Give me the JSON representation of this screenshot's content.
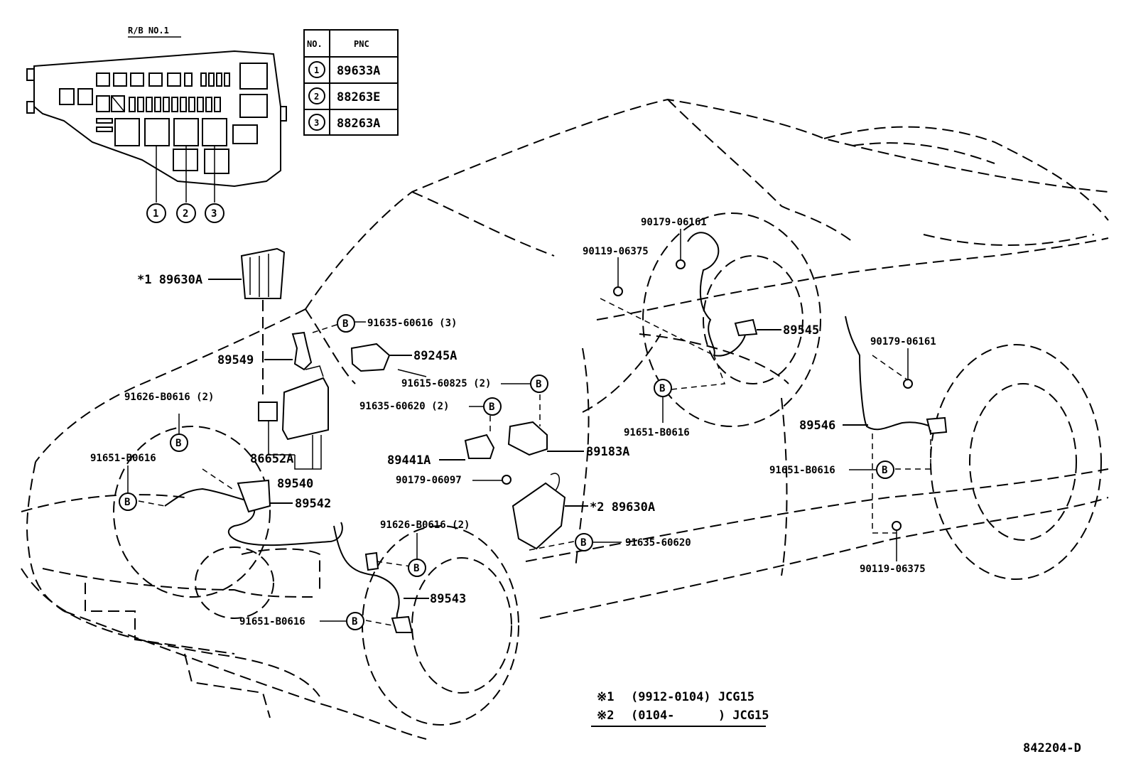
{
  "relay_block": {
    "title": "R/B NO.1",
    "table": {
      "headers": [
        "NO.",
        "PNC"
      ],
      "rows": [
        {
          "no": "1",
          "pnc": "89633A"
        },
        {
          "no": "2",
          "pnc": "88263E"
        },
        {
          "no": "3",
          "pnc": "88263A"
        }
      ]
    },
    "callouts": [
      "1",
      "2",
      "3"
    ]
  },
  "part_labels": {
    "ecu_1": "*1 89630A",
    "p91635_60616_3": "91635-60616 (3)",
    "p89549": "89549",
    "p89245A": "89245A",
    "p91615_60825_2": "91615-60825 (2)",
    "p91626_B0616_2_top": "91626-B0616 (2)",
    "p91635_60620_2": "91635-60620 (2)",
    "p91651_B0616_left": "91651-B0616",
    "p86652A": "86652A",
    "p89540": "89540",
    "p89441A": "89441A",
    "p89183A": "89183A",
    "p90179_06097": "90179-06097",
    "p89542": "89542",
    "ecu_2": "*2 89630A",
    "p91626_B0616_2_mid": "91626-B0616 (2)",
    "p91635_60620": "91635-60620",
    "p89543": "89543",
    "p91651_B0616_bottom": "91651-B0616",
    "p90179_06161_top": "90179-06161",
    "p90119_06375_top": "90119-06375",
    "p89545": "89545",
    "p91651_B0616_center": "91651-B0616",
    "p90179_06161_right": "90179-06161",
    "p89546": "89546",
    "p91651_B0616_right": "91651-B0616",
    "p90119_06375_bottom": "90119-06375"
  },
  "bolt_marker": "B",
  "notes": [
    {
      "mark": "※1",
      "text": "(9912-0104) JCG15"
    },
    {
      "mark": "※2",
      "text": "(0104-      ) JCG15"
    }
  ],
  "diagram_id": "842204-D"
}
